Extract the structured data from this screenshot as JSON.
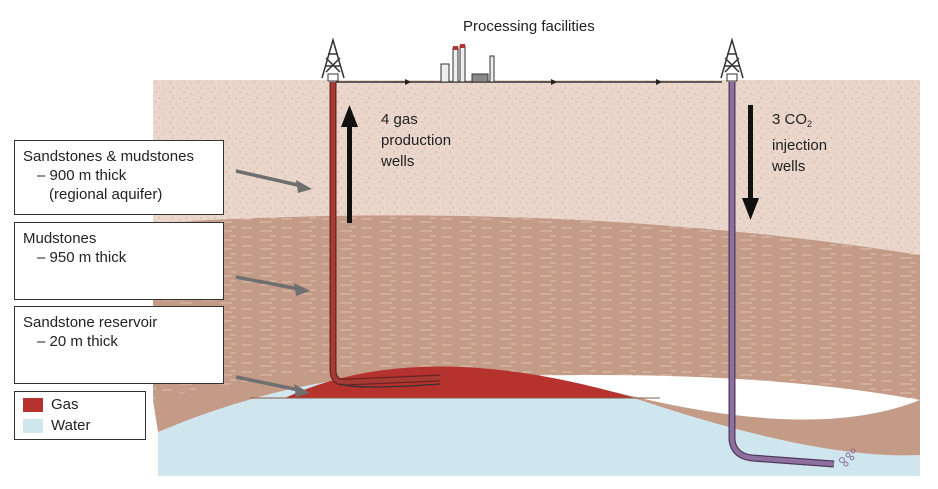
{
  "title": "Processing facilities",
  "production": {
    "line1": "4 gas",
    "line2": "production",
    "line3": "wells"
  },
  "injection": {
    "count": "3 CO",
    "subscript": "2",
    "line2": "injection",
    "line3": "wells"
  },
  "layers": [
    {
      "lines": [
        "Sandstones & mudstones",
        "– 900 m thick",
        "(regional aquifer)"
      ]
    },
    {
      "lines": [
        "Mudstones",
        "– 950 m thick"
      ]
    },
    {
      "lines": [
        "Sandstone reservoir",
        "– 20 m  thick"
      ]
    }
  ],
  "legend": [
    {
      "label": "Gas",
      "color": "#b5322e"
    },
    {
      "label": "Water",
      "color": "#cfe6ef"
    }
  ],
  "colors": {
    "upper_layer": "#ead6cb",
    "mudstone_layer": "#c39b86",
    "gas": "#b5322e",
    "water": "#cfe6ef",
    "production_well": "#a83a34",
    "injection_well": "#8f6f9e"
  },
  "icons": [
    "drilling-rig-icon",
    "drilling-rig-icon",
    "processing-plant-icon",
    "flow-arrow-icon"
  ]
}
